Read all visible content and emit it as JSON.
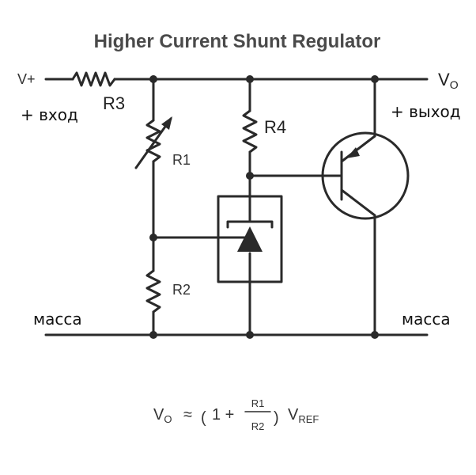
{
  "diagram": {
    "title": "Higher Current Shunt Regulator",
    "terminal_vin": "V+",
    "terminal_vo_main": "V",
    "terminal_vo_sub": "O",
    "labels": {
      "r1": "R1",
      "r2": "R2",
      "r3": "R3",
      "r4": "R4"
    },
    "annotations": {
      "input": "+ вход",
      "output": "+ выход",
      "ground_left": "масса",
      "ground_right": "масса"
    },
    "formula": {
      "lhs_main": "V",
      "lhs_sub": "O",
      "approx": "≈",
      "paren_open": "(",
      "one_plus": "1 +",
      "numerator": "R1",
      "denominator": "R2",
      "paren_close": ")",
      "vref_main": "V",
      "vref_sub": "REF"
    }
  }
}
